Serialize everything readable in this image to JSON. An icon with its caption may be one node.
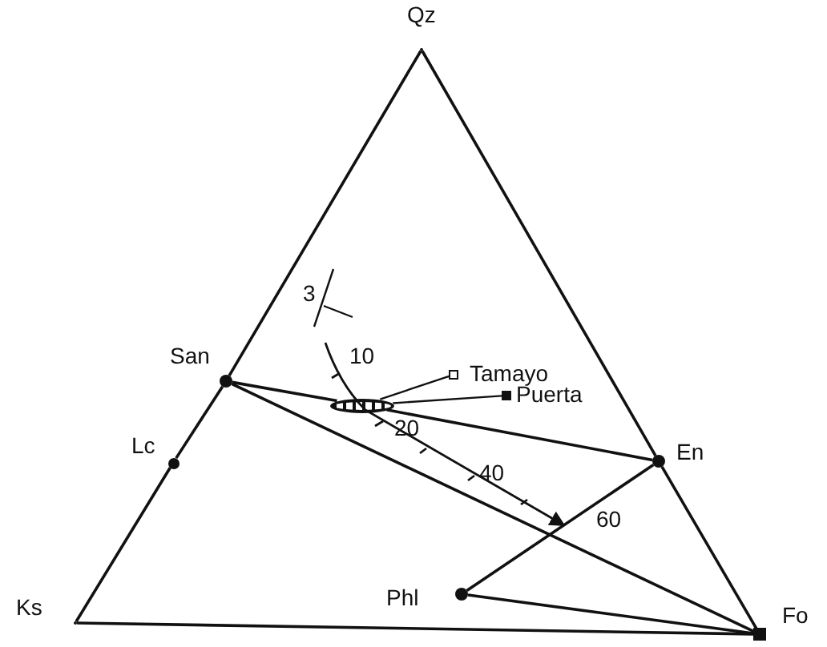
{
  "diagram": {
    "nodes": [
      {
        "text": [
          "Qz"
        ]
      },
      {
        "text": [
          "San"
        ]
      },
      {
        "text": [
          "Tamayo"
        ]
      },
      {
        "text": [
          "Puerta"
        ]
      },
      {
        "text": [],
        "shape": "ellipse"
      },
      {
        "text": [
          "Lc"
        ]
      },
      {
        "text": [
          "En"
        ]
      },
      {
        "text": [
          "Phl"
        ]
      },
      {
        "text": [
          "Ks"
        ]
      },
      {
        "text": [
          "Fo"
        ]
      }
    ],
    "edges": [
      {
        "from": 8,
        "to": 5,
        "arrow": "none"
      },
      {
        "from": 5,
        "to": 1,
        "arrow": "none"
      },
      {
        "from": 1,
        "to": 0,
        "arrow": "none"
      },
      {
        "from": 0,
        "to": 6,
        "arrow": "none"
      },
      {
        "from": 6,
        "to": 9,
        "arrow": "none"
      },
      {
        "from": 8,
        "to": 9,
        "arrow": "none"
      },
      {
        "from": 1,
        "to": 4,
        "arrow": "none"
      },
      {
        "from": 4,
        "to": 6,
        "arrow": "none"
      },
      {
        "from": 1,
        "to": 9,
        "arrow": "none"
      },
      {
        "from": 6,
        "to": 7,
        "arrow": "none"
      },
      {
        "from": 7,
        "to": 9,
        "arrow": "none"
      },
      {
        "from": 2,
        "to": 4,
        "arrow": "none"
      },
      {
        "from": 3,
        "to": 4,
        "arrow": "none"
      }
    ],
    "labels": [
      "3",
      "10",
      "20",
      "40",
      "60"
    ]
  }
}
